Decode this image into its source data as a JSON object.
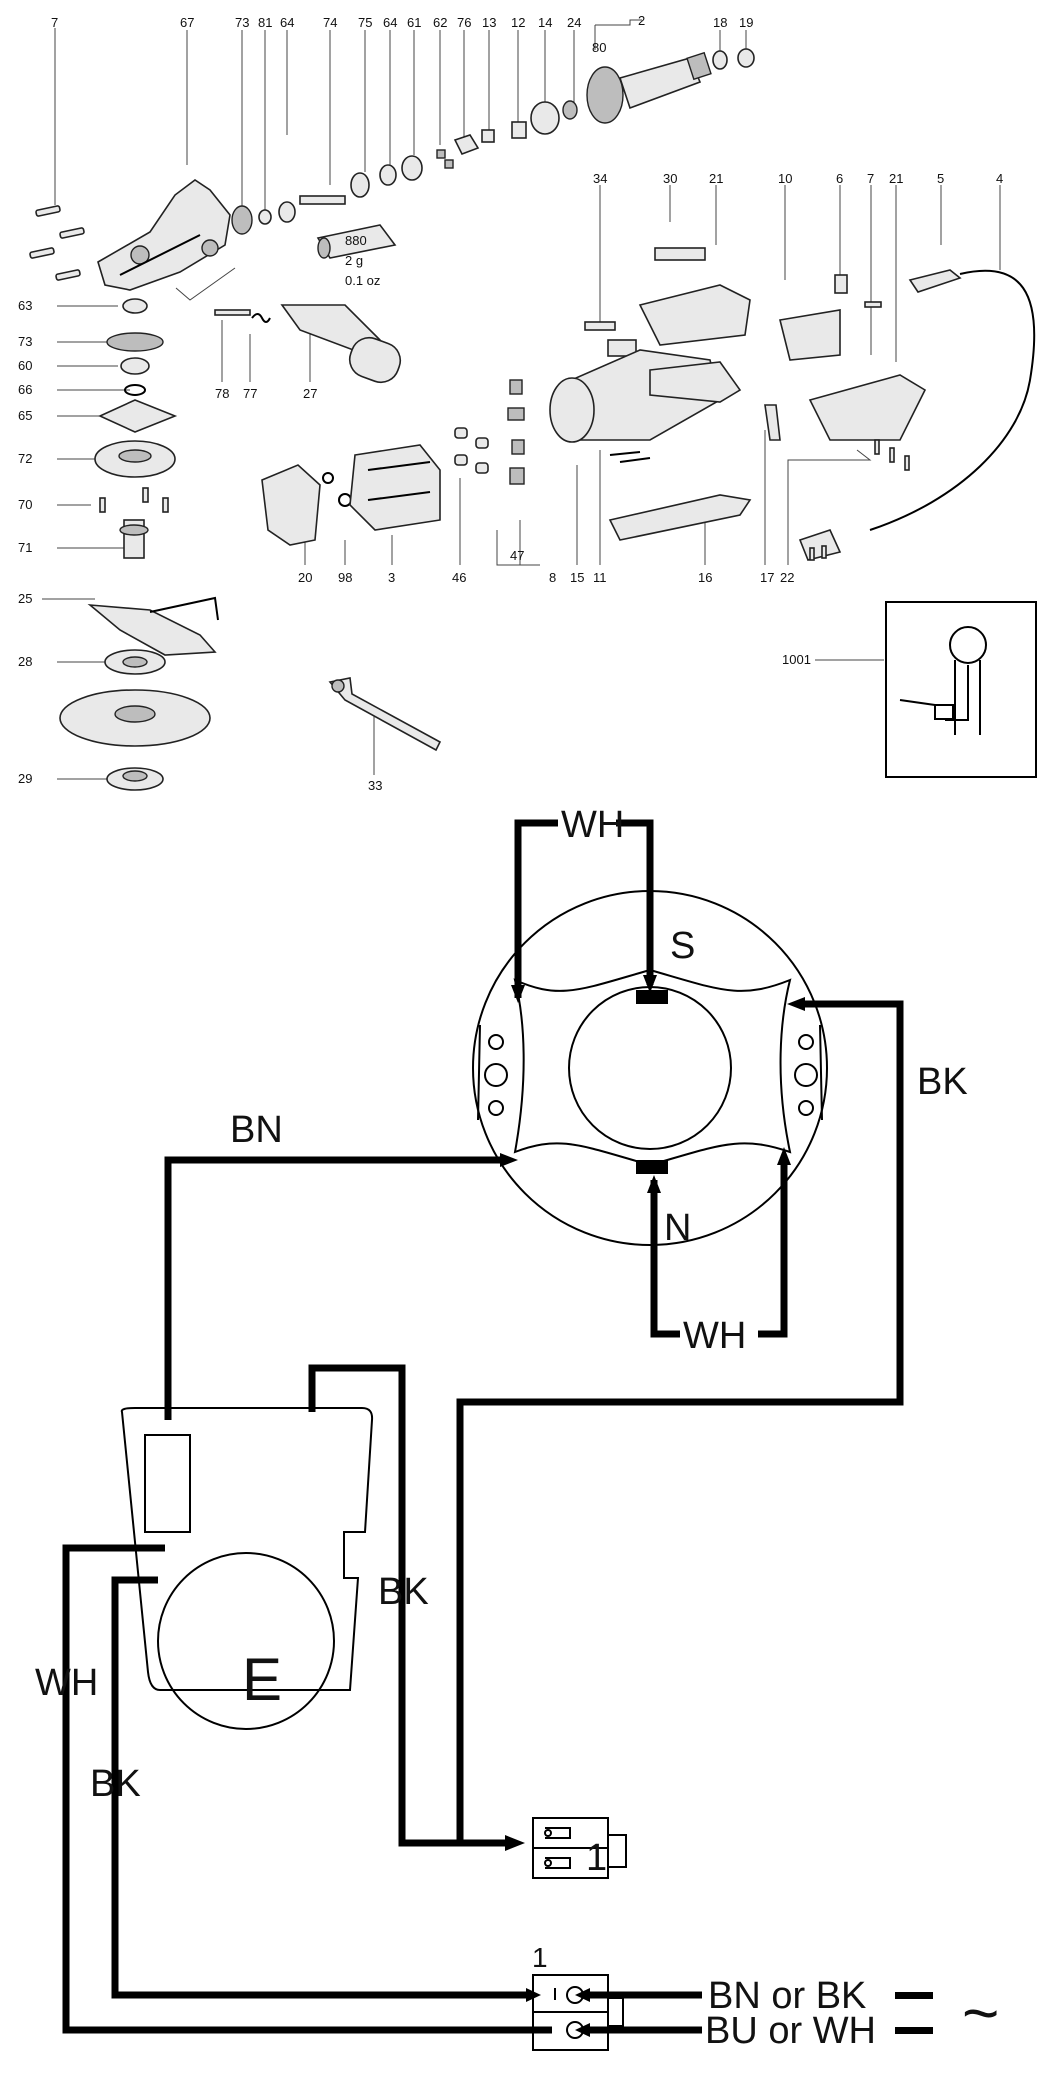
{
  "exploded_view": {
    "part_labels": [
      {
        "id": "p7a",
        "text": "7"
      },
      {
        "id": "p67",
        "text": "67"
      },
      {
        "id": "p73a",
        "text": "73"
      },
      {
        "id": "p81",
        "text": "81"
      },
      {
        "id": "p64a",
        "text": "64"
      },
      {
        "id": "p74",
        "text": "74"
      },
      {
        "id": "p75",
        "text": "75"
      },
      {
        "id": "p64b",
        "text": "64"
      },
      {
        "id": "p61",
        "text": "61"
      },
      {
        "id": "p62",
        "text": "62"
      },
      {
        "id": "p76",
        "text": "76"
      },
      {
        "id": "p13",
        "text": "13"
      },
      {
        "id": "p12",
        "text": "12"
      },
      {
        "id": "p14",
        "text": "14"
      },
      {
        "id": "p24",
        "text": "24"
      },
      {
        "id": "p2",
        "text": "2"
      },
      {
        "id": "p80",
        "text": "80"
      },
      {
        "id": "p18",
        "text": "18"
      },
      {
        "id": "p19",
        "text": "19"
      },
      {
        "id": "p63",
        "text": "63"
      },
      {
        "id": "p73b",
        "text": "73"
      },
      {
        "id": "p60",
        "text": "60"
      },
      {
        "id": "p66",
        "text": "66"
      },
      {
        "id": "p65",
        "text": "65"
      },
      {
        "id": "p72",
        "text": "72"
      },
      {
        "id": "p70",
        "text": "70"
      },
      {
        "id": "p71",
        "text": "71"
      },
      {
        "id": "p25",
        "text": "25"
      },
      {
        "id": "p28",
        "text": "28"
      },
      {
        "id": "p29",
        "text": "29"
      },
      {
        "id": "p78",
        "text": "78"
      },
      {
        "id": "p77",
        "text": "77"
      },
      {
        "id": "p27",
        "text": "27"
      },
      {
        "id": "p34",
        "text": "34"
      },
      {
        "id": "p30",
        "text": "30"
      },
      {
        "id": "p21a",
        "text": "21"
      },
      {
        "id": "p10",
        "text": "10"
      },
      {
        "id": "p6",
        "text": "6"
      },
      {
        "id": "p7b",
        "text": "7"
      },
      {
        "id": "p21b",
        "text": "21"
      },
      {
        "id": "p5",
        "text": "5"
      },
      {
        "id": "p4",
        "text": "4"
      },
      {
        "id": "p20",
        "text": "20"
      },
      {
        "id": "p98",
        "text": "98"
      },
      {
        "id": "p3",
        "text": "3"
      },
      {
        "id": "p46",
        "text": "46"
      },
      {
        "id": "p47",
        "text": "47"
      },
      {
        "id": "p8",
        "text": "8"
      },
      {
        "id": "p15",
        "text": "15"
      },
      {
        "id": "p11",
        "text": "11"
      },
      {
        "id": "p16",
        "text": "16"
      },
      {
        "id": "p17",
        "text": "17"
      },
      {
        "id": "p22",
        "text": "22"
      },
      {
        "id": "p1001",
        "text": "1001"
      },
      {
        "id": "p33",
        "text": "33"
      }
    ],
    "grease_note": {
      "part": "880",
      "amount": "2 g",
      "amount_imperial": "0.1 oz"
    }
  },
  "wiring": {
    "top_wh": "WH",
    "pole_s": "S",
    "pole_n": "N",
    "bottom_wh": "WH",
    "bn": "BN",
    "bk_right": "BK",
    "bk_center": "BK",
    "wh_left": "WH",
    "bk_left": "BK",
    "module_letter": "E",
    "switch_terminal": "1",
    "plug_terminal": "1",
    "supply_line1": "BN or BK",
    "supply_line2": "BU or WH",
    "ac_symbol": "~"
  }
}
